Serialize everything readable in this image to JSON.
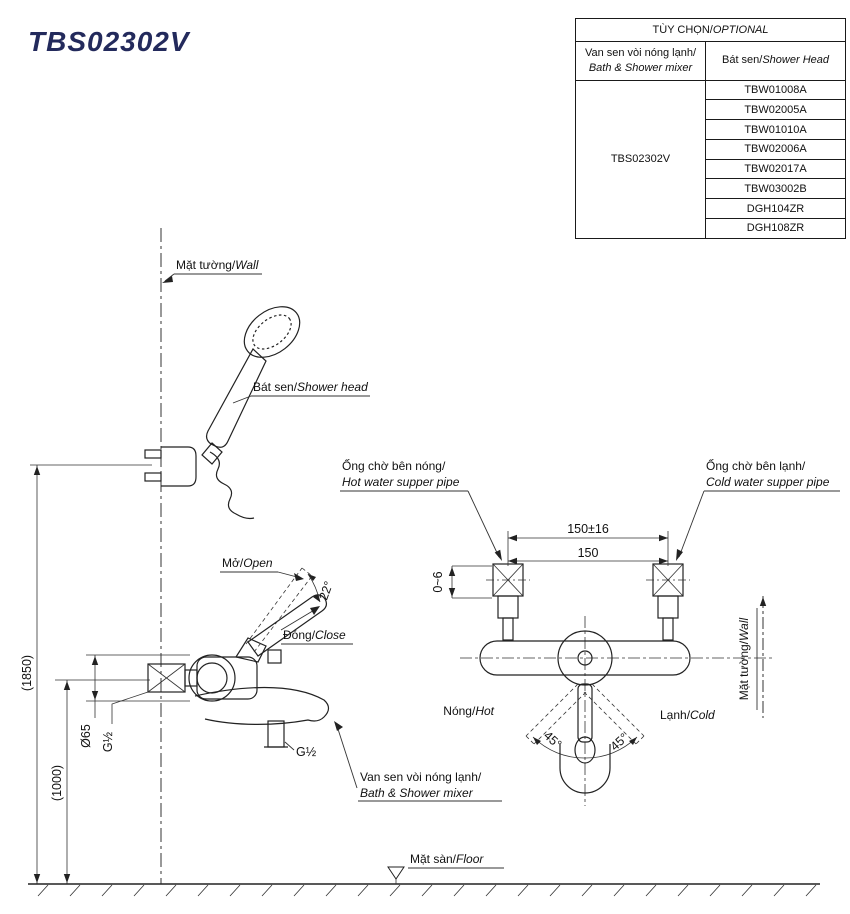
{
  "title": "TBS02302V",
  "table": {
    "header": {
      "vi": "TÙY CHỌN/",
      "en": "OPTIONAL"
    },
    "col_mixer": {
      "vi": "Van sen vòi nóng lạnh/",
      "en": "Bath & Shower mixer"
    },
    "col_shower": {
      "vi": "Bát sen/",
      "en": "Shower Head"
    },
    "mixer_code": "TBS02302V",
    "shower_codes": [
      "TBW01008A",
      "TBW02005A",
      "TBW01010A",
      "TBW02006A",
      "TBW02017A",
      "TBW03002B",
      "DGH104ZR",
      "DGH108ZR"
    ]
  },
  "labels": {
    "wall_top": {
      "vi": "Mặt tường/",
      "en": "Wall"
    },
    "shower_head": {
      "vi": "Bát sen/",
      "en": "Shower head"
    },
    "open": {
      "vi": "Mở/",
      "en": "Open"
    },
    "close": {
      "vi": "Đóng/",
      "en": "Close"
    },
    "mixer": {
      "vi": "Van sen vòi nóng lạnh/",
      "en": "Bath & Shower mixer"
    },
    "hot_pipe": {
      "vi": "Ống chờ bên nóng/",
      "en": "Hot water supper pipe"
    },
    "cold_pipe": {
      "vi": "Ống chờ bên lạnh/",
      "en": "Cold water supper pipe"
    },
    "hot": {
      "vi": "Nóng/",
      "en": "Hot"
    },
    "cold": {
      "vi": "Lạnh/",
      "en": "Cold"
    },
    "wall_right": {
      "vi": "Mặt tường/",
      "en": "Wall"
    },
    "floor": {
      "vi": "Mặt sàn/",
      "en": "Floor"
    }
  },
  "dimensions": {
    "height_total": "(1850)",
    "height_mixer": "(1000)",
    "flange_dia": "Ø65",
    "thread_inlet": "G½",
    "thread_spout": "G½",
    "pipe_span_tol": "150±16",
    "pipe_span": "150",
    "wall_gap": "0~6",
    "open_angle": "22°",
    "swing_left": "45°",
    "swing_right": "45°"
  }
}
